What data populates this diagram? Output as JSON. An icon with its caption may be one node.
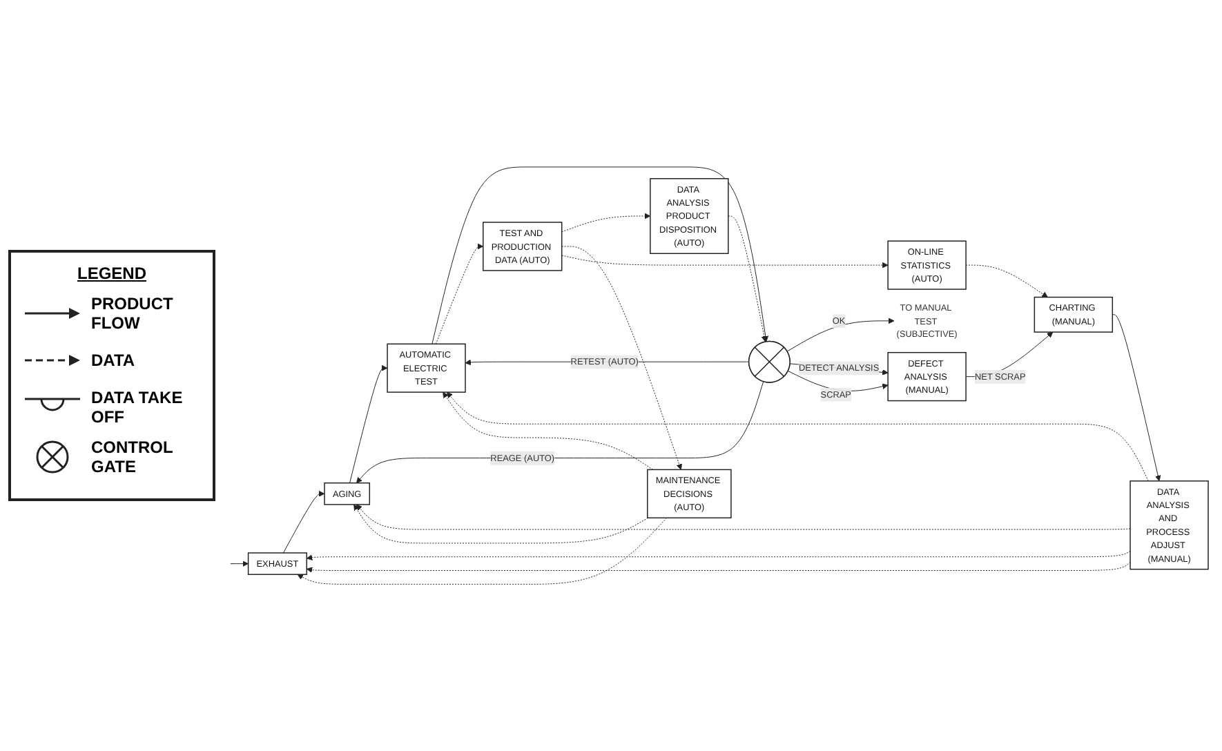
{
  "diagram": {
    "nodes": [
      {
        "text": [
          "EXHAUST"
        ]
      },
      {
        "text": [
          "AGING"
        ]
      },
      {
        "text": [
          "AUTOMATIC ELECTRIC TEST"
        ]
      },
      {
        "text": [],
        "shape": "circle"
      },
      {
        "text": [
          "TO MANUAL TEST (SUBJECTIVE)"
        ]
      },
      {
        "text": [
          "DATA ANALYSIS PRODUCT DISPOSITION (AUTO)"
        ]
      },
      {
        "text": [
          "DEFECT ANALYSIS (MANUAL)"
        ]
      },
      {
        "text": [
          "MAINTENANCE DECISIONS (AUTO)"
        ]
      },
      {
        "text": [
          "TEST AND PRODUCTION DATA (AUTO)"
        ]
      },
      {
        "text": [
          "DATA ANALYSIS AND PROCESS ADJUST (MANUAL)"
        ]
      },
      {
        "text": [
          "CHARTING (MANUAL)"
        ]
      },
      {
        "text": [
          "ON-LINE STATISTICS (AUTO)"
        ]
      }
    ],
    "edges": [
      {
        "from": null,
        "to": 0,
        "arrow": "to"
      },
      {
        "from": 0,
        "to": 1,
        "arrow": "to"
      },
      {
        "from": 1,
        "to": 2,
        "arrow": "to"
      },
      {
        "from": 2,
        "to": 3,
        "arrow": "to"
      },
      {
        "from": 3,
        "to": 4,
        "arrow": "to",
        "label": "OK"
      },
      {
        "from": 3,
        "to": 2,
        "arrow": "to",
        "label": "RETEST (AUTO)"
      },
      {
        "from": 3,
        "to": 1,
        "arrow": "to",
        "label": "REAGE (AUTO)"
      },
      {
        "from": 3,
        "to": 6,
        "arrow": "to",
        "label": "DETECT ANALYSIS"
      },
      {
        "from": 3,
        "to": 6,
        "arrow": "to",
        "label": "SCRAP"
      },
      {
        "from": 2,
        "to": 8,
        "arrow": "to",
        "style": "dashed"
      },
      {
        "from": 8,
        "to": 5,
        "arrow": "to",
        "style": "dashed"
      },
      {
        "from": 5,
        "to": 3,
        "arrow": "to",
        "style": "dashed"
      },
      {
        "from": 8,
        "to": 7,
        "arrow": "to",
        "style": "dashed"
      },
      {
        "from": 7,
        "to": 0,
        "arrow": "to",
        "style": "dashed"
      },
      {
        "from": 7,
        "to": 1,
        "arrow": "to",
        "style": "dashed"
      },
      {
        "from": 7,
        "to": 2,
        "arrow": "to",
        "style": "dashed"
      },
      {
        "from": 6,
        "to": 10,
        "arrow": "to",
        "label": "NET SCRAP"
      },
      {
        "from": 8,
        "to": 11,
        "arrow": "to",
        "style": "dashed"
      },
      {
        "from": 11,
        "to": 10,
        "arrow": "to",
        "style": "dashed"
      },
      {
        "from": 10,
        "to": 9,
        "arrow": "to"
      },
      {
        "from": 9,
        "to": 0,
        "arrow": "to",
        "style": "dashed"
      },
      {
        "from": 9,
        "to": 0,
        "arrow": "to",
        "style": "dashed"
      },
      {
        "from": 9,
        "to": 1,
        "arrow": "to",
        "style": "dashed"
      },
      {
        "from": 9,
        "to": 2,
        "arrow": "to",
        "style": "dashed"
      }
    ],
    "labels": [
      "LEGEND"
    ],
    "legend": [
      {
        "text": "PRODUCT FLOW"
      },
      {
        "text": "DATA"
      },
      {
        "text": "DATA TAKE OFF"
      },
      {
        "text": "CONTROL GATE"
      }
    ]
  }
}
